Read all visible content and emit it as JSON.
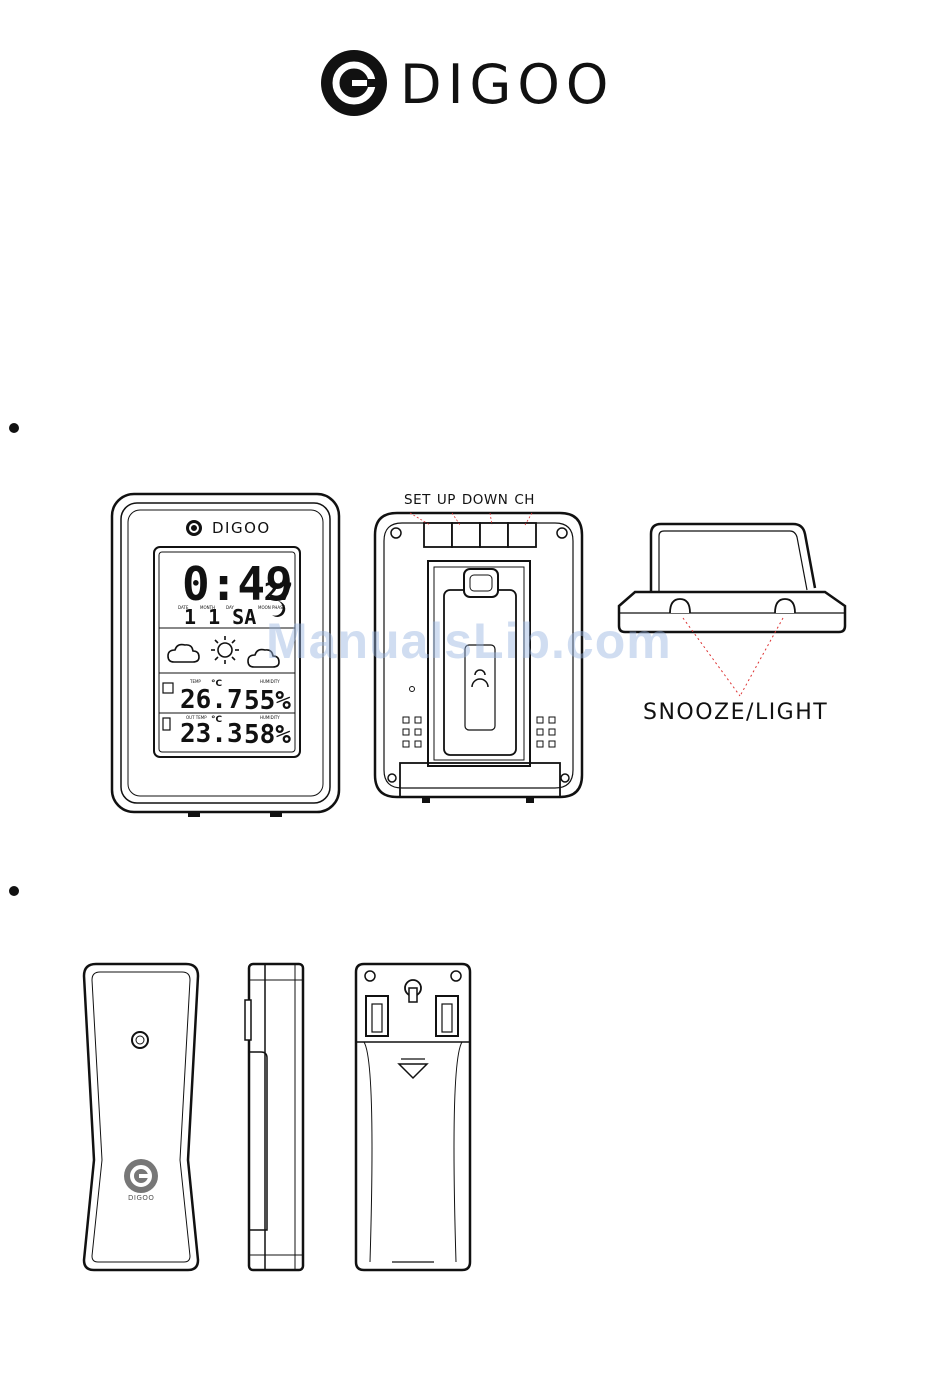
{
  "header": {
    "brand_name": "DIGOO"
  },
  "main_unit_front": {
    "logo_text": "DIGOO",
    "time": "0:49",
    "seconds": "27",
    "date_row": "1 1 SA",
    "date_labels": [
      "DATE",
      "MONTH",
      "DAY",
      "MOON PHASE"
    ],
    "indoor": {
      "label": "TEMP",
      "temperature": "26.7",
      "unit": "°C",
      "humidity_label": "HUMIDITY",
      "humidity": "55%"
    },
    "outdoor": {
      "label": "OUT TEMP",
      "temperature": "23.3",
      "unit": "°C",
      "humidity_label": "HUMIDITY",
      "humidity": "58%"
    }
  },
  "main_unit_back": {
    "button_labels": [
      "SET",
      "UP",
      "DOWN",
      "CH"
    ]
  },
  "main_unit_top": {
    "callout": "SNOOZE/LIGHT"
  },
  "sensor": {
    "logo_text": "DIGOO"
  },
  "watermark": "ManualsLib.com"
}
